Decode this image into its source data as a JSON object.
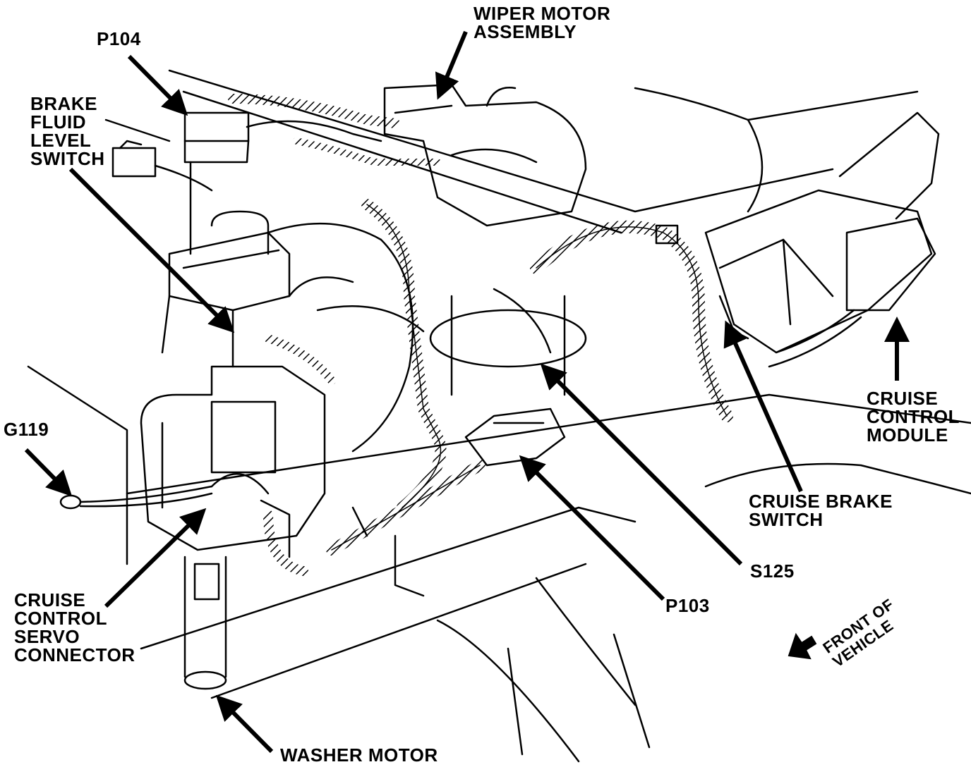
{
  "labels": {
    "wiper_motor": [
      "WIPER MOTOR",
      "ASSEMBLY"
    ],
    "p104": "P104",
    "brake_fluid": [
      "BRAKE",
      "FLUID",
      "LEVEL",
      "SWITCH"
    ],
    "g119": "G119",
    "cruise_servo": [
      "CRUISE",
      "CONTROL",
      "SERVO",
      "CONNECTOR"
    ],
    "washer_motor": "WASHER MOTOR",
    "p103": "P103",
    "s125": "S125",
    "cruise_brake": [
      "CRUISE BRAKE",
      "SWITCH"
    ],
    "cruise_module": [
      "CRUISE",
      "CONTROL",
      "MODULE"
    ],
    "front_of_vehicle": [
      "FRONT OF",
      "VEHICLE"
    ]
  },
  "colors": {
    "ink": "#000000",
    "paper": "#ffffff"
  }
}
